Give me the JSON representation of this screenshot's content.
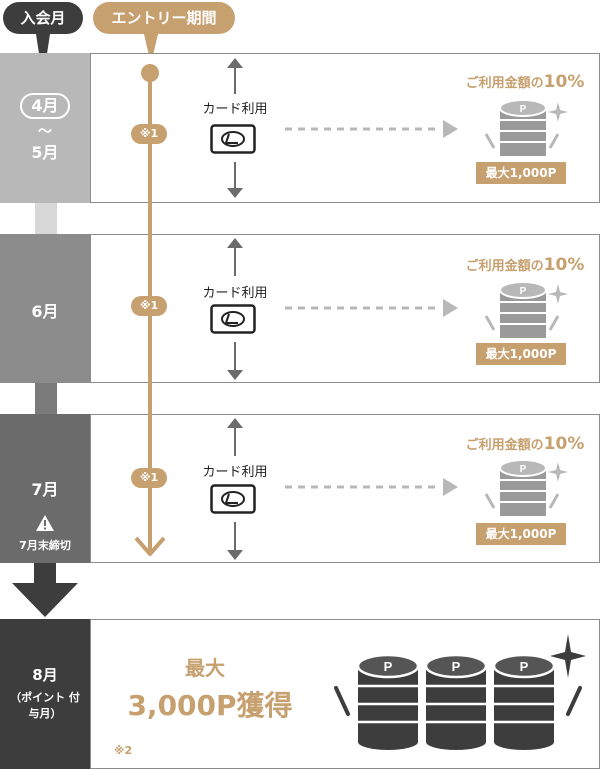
{
  "tags": {
    "join_month": "入会月",
    "entry_period": "エントリー期間"
  },
  "rows": [
    {
      "month_top": "4月",
      "tilde": "～",
      "month_bottom": "5月",
      "note": "※1",
      "card_label": "カード利用",
      "rate_prefix": "ご利用金額の",
      "rate_value": "10%",
      "max": "最大1,000P"
    },
    {
      "month": "6月",
      "note": "※1",
      "card_label": "カード利用",
      "rate_prefix": "ご利用金額の",
      "rate_value": "10%",
      "max": "最大1,000P"
    },
    {
      "month": "7月",
      "deadline": "7月末締切",
      "note": "※1",
      "card_label": "カード利用",
      "rate_prefix": "ご利用金額の",
      "rate_value": "10%",
      "max": "最大1,000P"
    }
  ],
  "result": {
    "month": "8月",
    "month_sub": "（ポイント 付与月）",
    "headline_top": "最大",
    "headline_main": "3,000P獲得",
    "note": "※2"
  },
  "icons": {
    "coin_letter": "P",
    "card": "lexus-logo-card-icon",
    "warning": "warning-icon",
    "sparkle": "sparkle-icon"
  },
  "colors": {
    "gold": "#c7a06f",
    "dark": "#3d3d3d",
    "gray_light": "#b8b8b8",
    "gray_mid": "#8c8c8c",
    "gray_dark": "#6b6b6b"
  }
}
